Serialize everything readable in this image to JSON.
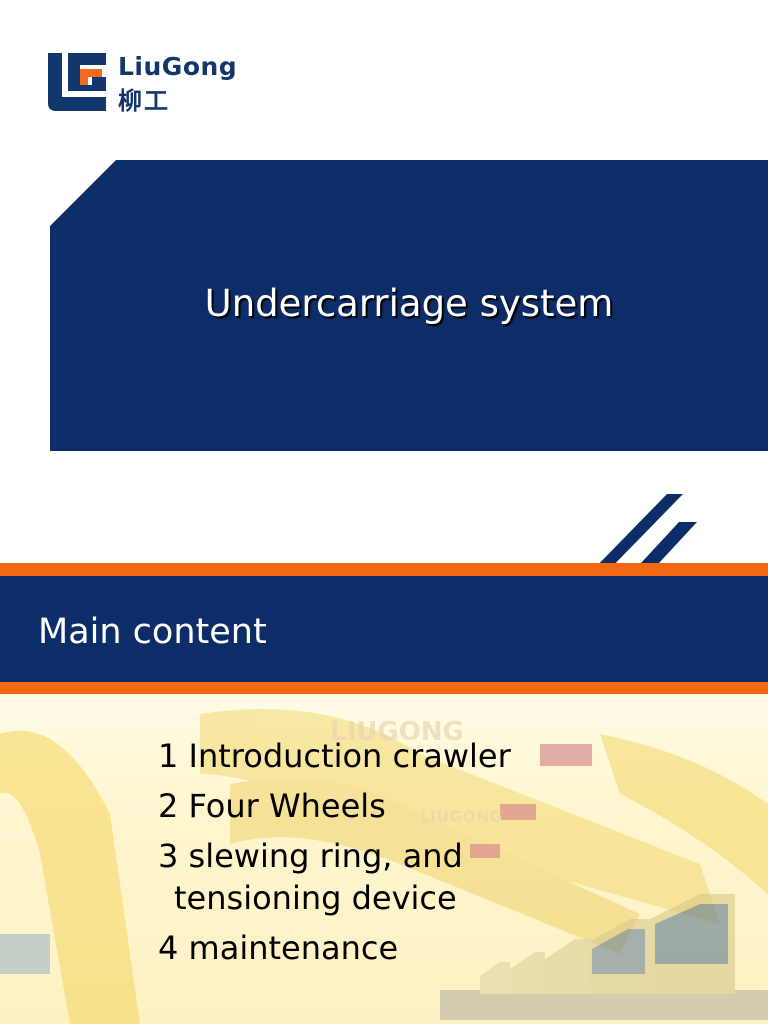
{
  "brand": {
    "name_en": "LiuGong",
    "name_cn": "柳工",
    "logo_icon": "liugong-logo-mark"
  },
  "title": "Undercarriage system",
  "section": {
    "heading": "Main content"
  },
  "contents": [
    {
      "line1": "1 Introduction crawler",
      "line2": ""
    },
    {
      "line1": "2 Four Wheels",
      "line2": ""
    },
    {
      "line1": "3 slewing ring, and",
      "line2": "tensioning device"
    },
    {
      "line1": "4 maintenance",
      "line2": ""
    }
  ],
  "colors": {
    "navy": "#0d2d68",
    "orange": "#f4690f",
    "logo_blue": "#13366d",
    "logo_orange": "#f26a1b"
  }
}
